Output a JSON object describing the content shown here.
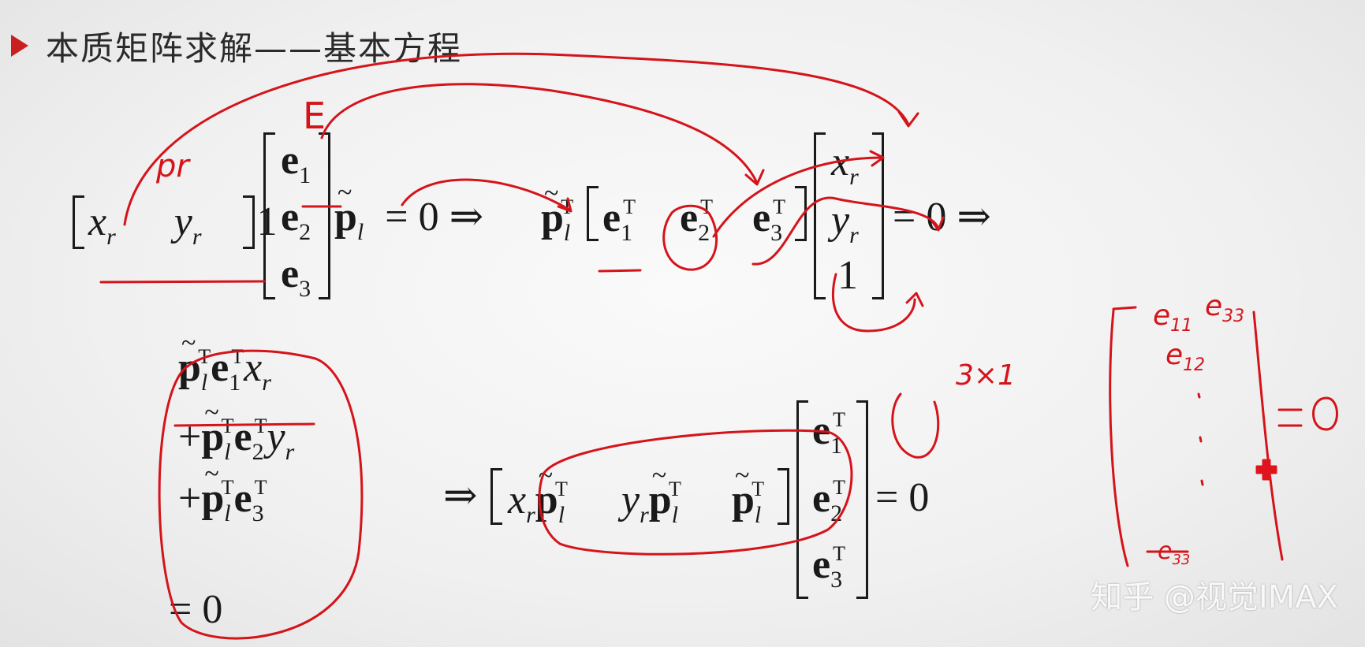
{
  "slide": {
    "title": "本质矩阵求解——基本方程",
    "watermark": "知乎 @视觉IMAX"
  },
  "eq1": {
    "x": "x",
    "x_sub": "r",
    "y": "y",
    "y_sub": "r",
    "one": "1",
    "e1": "e",
    "e1_sub": "1",
    "e2": "e",
    "e2_sub": "2",
    "e3": "e",
    "e3_sub": "3",
    "p": "p",
    "p_sub": "l",
    "rhs": "= 0 ⇒"
  },
  "eq2": {
    "p": "p",
    "p_sub": "l",
    "p_sup": "T",
    "e1": "e",
    "e1_sub": "1",
    "e1_sup": "T",
    "e2": "e",
    "e2_sub": "2",
    "e2_sup": "T",
    "e3": "e",
    "e3_sub": "3",
    "e3_sup": "T",
    "x": "x",
    "x_sub": "r",
    "y": "y",
    "y_sub": "r",
    "one": "1",
    "rhs": "= 0 ⇒"
  },
  "eq3": {
    "line1": {
      "p": "p",
      "p_sub": "l",
      "p_sup": "T",
      "e": "e",
      "e_sub": "1",
      "e_sup": "T",
      "v": "x",
      "v_sub": "r"
    },
    "line2": {
      "plus": "+",
      "p": "p",
      "p_sub": "l",
      "p_sup": "T",
      "e": "e",
      "e_sub": "2",
      "e_sup": "T",
      "v": "y",
      "v_sub": "r"
    },
    "line3": {
      "plus": "+",
      "p": "p",
      "p_sub": "l",
      "p_sup": "T",
      "e": "e",
      "e_sub": "3",
      "e_sup": "T"
    },
    "line4": "= 0"
  },
  "eq4": {
    "arrow": "⇒",
    "a": "x",
    "a_sub": "r",
    "b": "y",
    "b_sub": "r",
    "p": "p",
    "p_sub": "l",
    "p_sup": "T",
    "e": "e",
    "e1_sub": "1",
    "e2_sub": "2",
    "e3_sub": "3",
    "e_sup": "T",
    "rhs": "= 0"
  },
  "annotations": {
    "E": "E",
    "pr": "pr",
    "size": "3×1",
    "e11": "e",
    "e11_sub": "11",
    "e33": "e",
    "e33_sub": "33",
    "e12": "e",
    "e12_sub": "12",
    "e33b": "e",
    "e33b_sub": "33",
    "eq0": "=0"
  }
}
